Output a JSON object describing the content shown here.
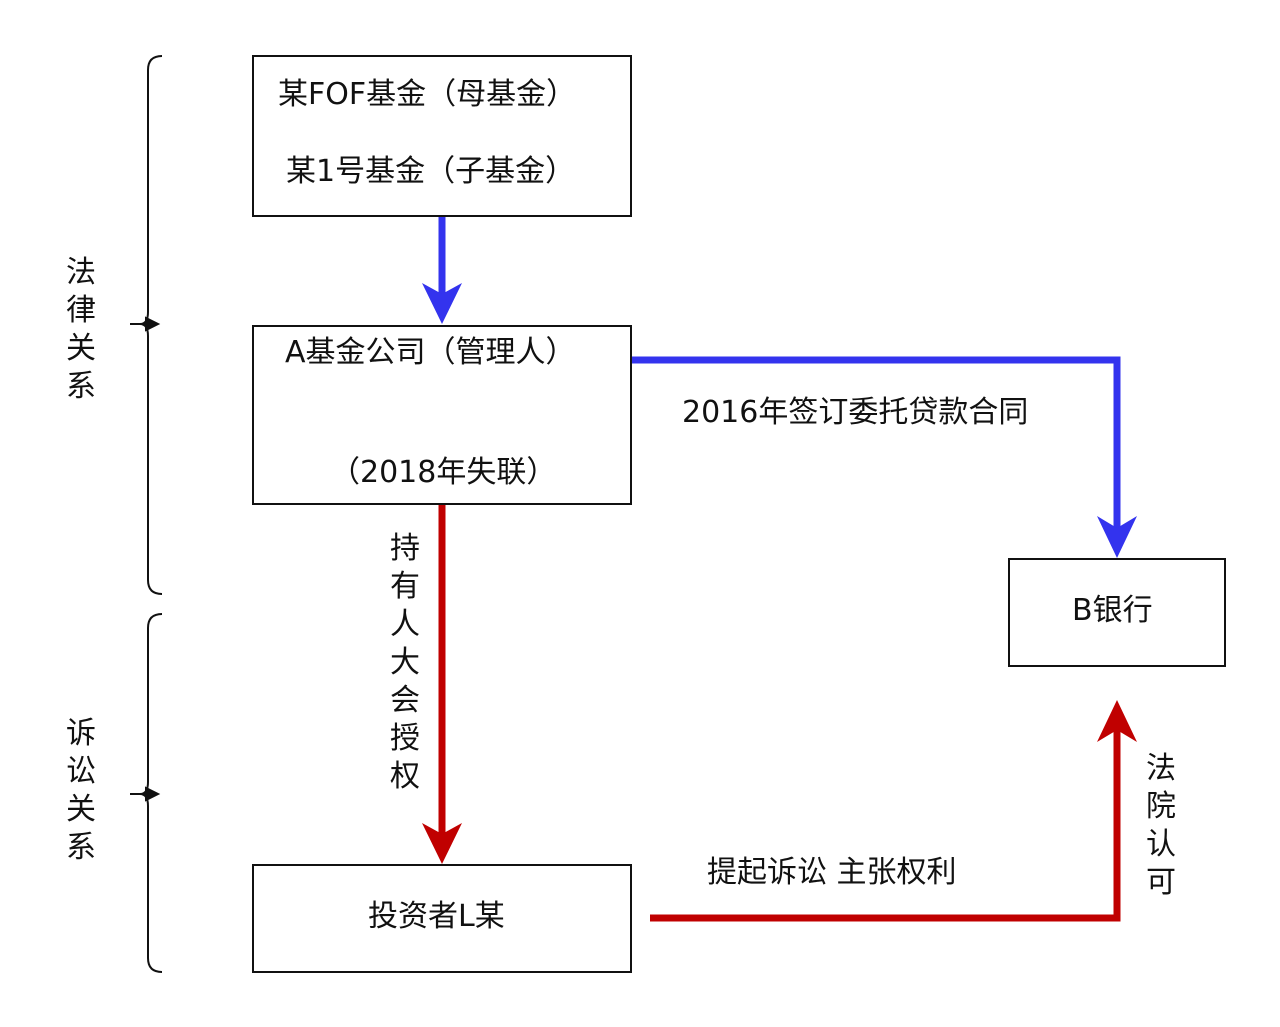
{
  "nodes": {
    "fof_fund": {
      "line1": "某FOF基金（母基金）",
      "line2": "某1号基金（子基金）"
    },
    "fund_company": {
      "line1": "A基金公司（管理人）",
      "line2": "（2018年失联）"
    },
    "bank": {
      "label": "B银行"
    },
    "investor": {
      "label": "投资者L某"
    }
  },
  "edges": {
    "fof_to_company": {
      "color": "#3333ee"
    },
    "company_to_bank": {
      "label": "2016年签订委托贷款合同",
      "color": "#3333ee"
    },
    "company_to_investor": {
      "label": "持有人大会授权",
      "color": "#c00000"
    },
    "investor_to_bank": {
      "label": "提起诉讼  主张权利",
      "side_label": "法院认可",
      "color": "#c00000"
    }
  },
  "groups": {
    "legal": {
      "label": "法律关系"
    },
    "litigation": {
      "label": "诉讼关系"
    }
  }
}
